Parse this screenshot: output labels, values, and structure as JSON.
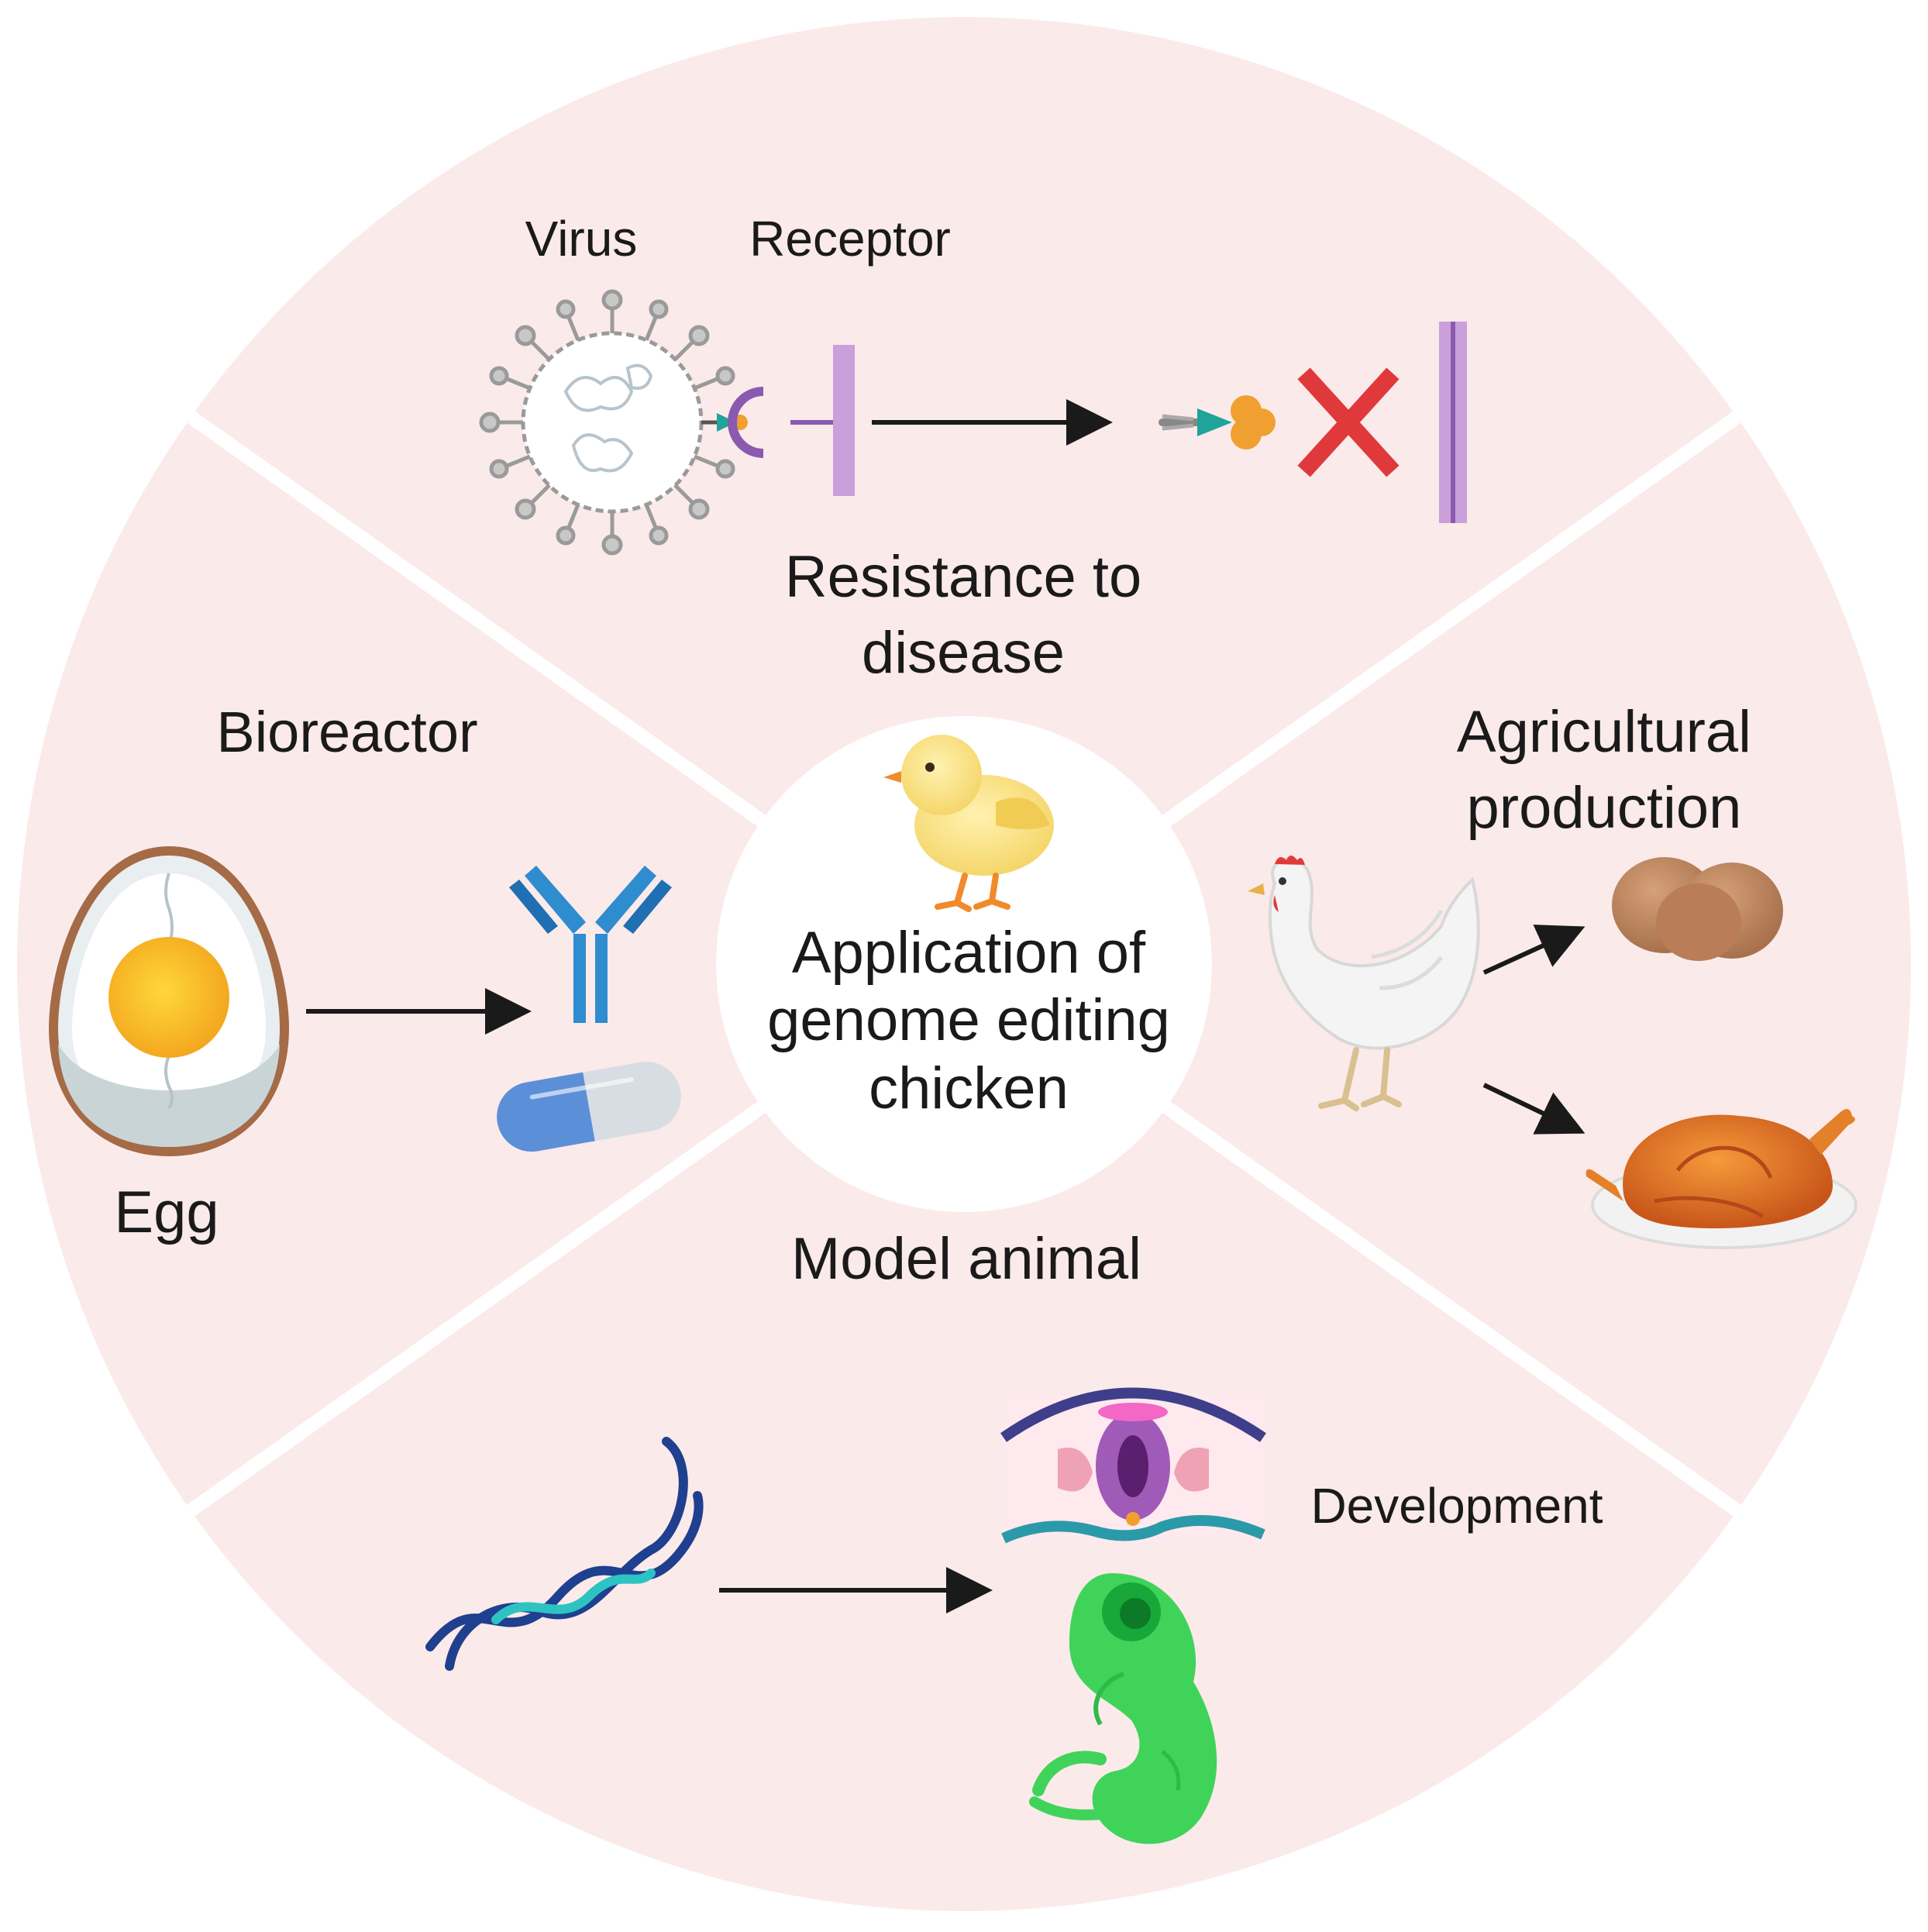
{
  "center": {
    "lines": [
      "Application of",
      "genome editing",
      "chicken"
    ]
  },
  "sections": {
    "disease": {
      "virus_label": "Virus",
      "receptor_label": "Receptor",
      "title_lines": [
        "Resistance to",
        "disease"
      ]
    },
    "bioreactor": {
      "title": "Bioreactor",
      "egg_label": "Egg"
    },
    "agriculture": {
      "title_lines": [
        "Agricultural",
        "production"
      ]
    },
    "model": {
      "title": "Model animal",
      "development_label": "Development"
    }
  },
  "colors": {
    "sector_fill": "#fbeaea",
    "divider": "#ffffff",
    "receptor": "#c9a0d9",
    "cross": "#e0393b",
    "antibody": "#2f8ccf",
    "embryo": "#40d35a"
  },
  "icons": [
    "virus-icon",
    "receptor-icon",
    "blocked-receptor-icon",
    "cross-icon",
    "egg-icon",
    "antibody-icon",
    "capsule-icon",
    "chick-icon",
    "hen-icon",
    "eggs-icon",
    "roast-chicken-icon",
    "dna-icon",
    "embryo-section-icon",
    "embryo-icon"
  ]
}
